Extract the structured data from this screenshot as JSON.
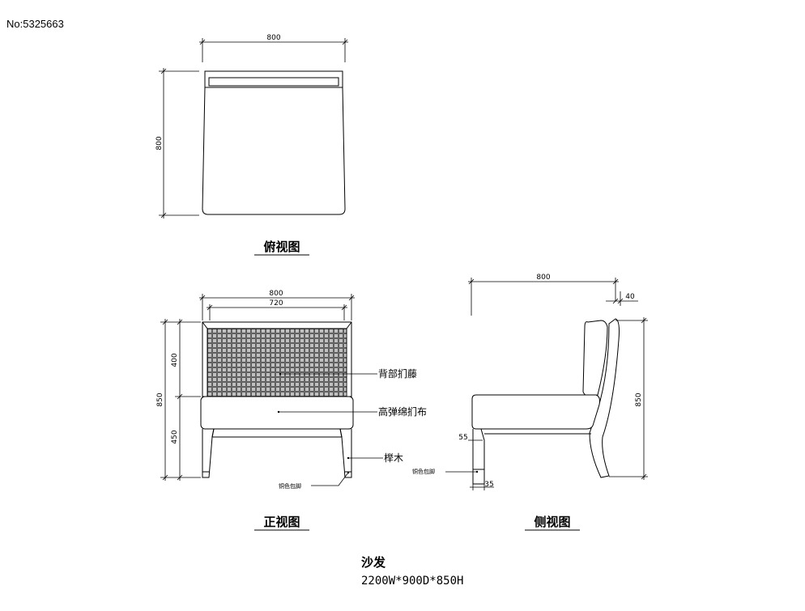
{
  "image_no": "No:5325663",
  "top_view": {
    "title": "俯视图",
    "dim_width": "800",
    "dim_depth": "800"
  },
  "front_view": {
    "title": "正视图",
    "dim_outer_width": "800",
    "dim_inner_width": "720",
    "dim_back_height": "400",
    "dim_seat_height": "450",
    "dim_total_height": "850",
    "callout_back": "背部扪藤",
    "callout_seat": "高弹绵扪布",
    "callout_leg": "榉木",
    "callout_cap": "铜色包脚"
  },
  "side_view": {
    "title": "侧视图",
    "dim_depth": "800",
    "dim_top": "40",
    "dim_total_height": "850",
    "dim_leg_height": "55",
    "dim_leg_width": "35",
    "callout_cap": "铜色包脚"
  },
  "product": {
    "name": "沙发",
    "size": "2200W*900D*850H"
  }
}
